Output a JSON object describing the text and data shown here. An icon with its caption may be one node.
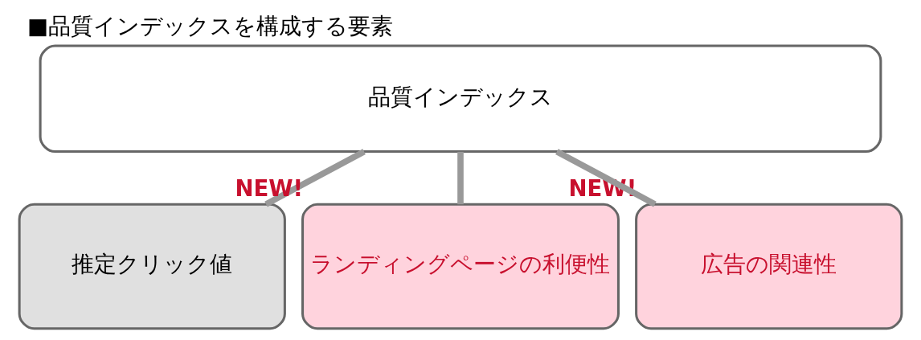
{
  "diagram": {
    "title": "■品質インデックスを構成する要素",
    "nodes": [
      {
        "text": [
          "品質インデックス"
        ]
      },
      {
        "text": [
          "推定クリック値"
        ]
      },
      {
        "text": [
          "ランディングページの利便性"
        ],
        "beside": [
          "NEW!"
        ]
      },
      {
        "text": [
          "広告の関連性"
        ],
        "beside": [
          "NEW!"
        ]
      }
    ],
    "edges": [
      {
        "from": 0,
        "to": 1,
        "arrow": "none"
      },
      {
        "from": 0,
        "to": 2,
        "arrow": "none"
      },
      {
        "from": 0,
        "to": 3,
        "arrow": "none"
      }
    ]
  }
}
